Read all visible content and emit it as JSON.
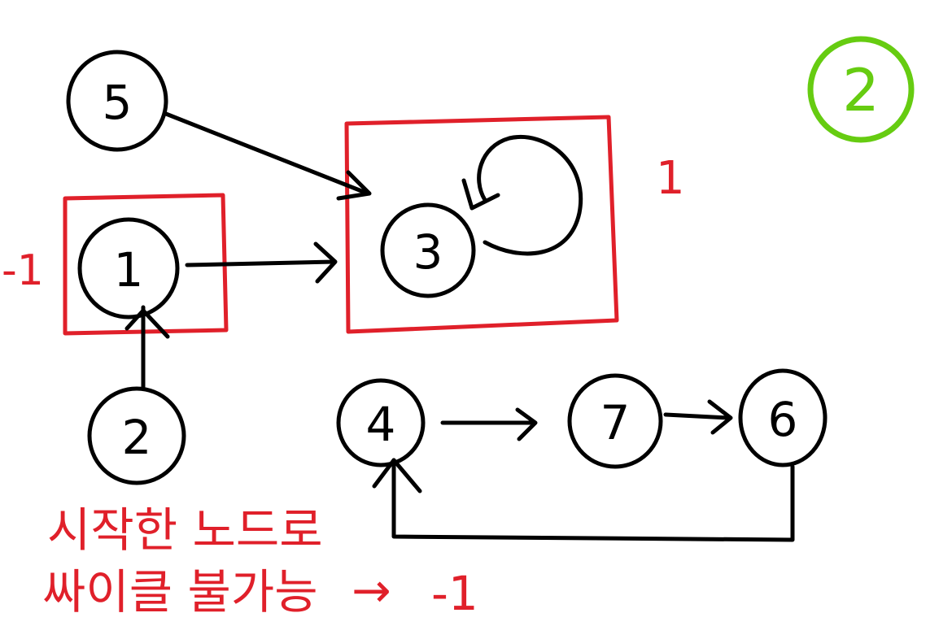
{
  "colors": {
    "ink": "#000000",
    "highlight_red": "#e0202a",
    "badge_green": "#66cc11"
  },
  "badge": {
    "label": "2"
  },
  "nodes": {
    "n1": "1",
    "n2": "2",
    "n3": "3",
    "n4": "4",
    "n5": "5",
    "n6": "6",
    "n7": "7"
  },
  "annotations": {
    "left_value": "-1",
    "right_value": "1",
    "note_line1": "시작한 노드로",
    "note_line2": "싸이클 불가능",
    "note_arrow": "→",
    "note_result": "-1"
  }
}
